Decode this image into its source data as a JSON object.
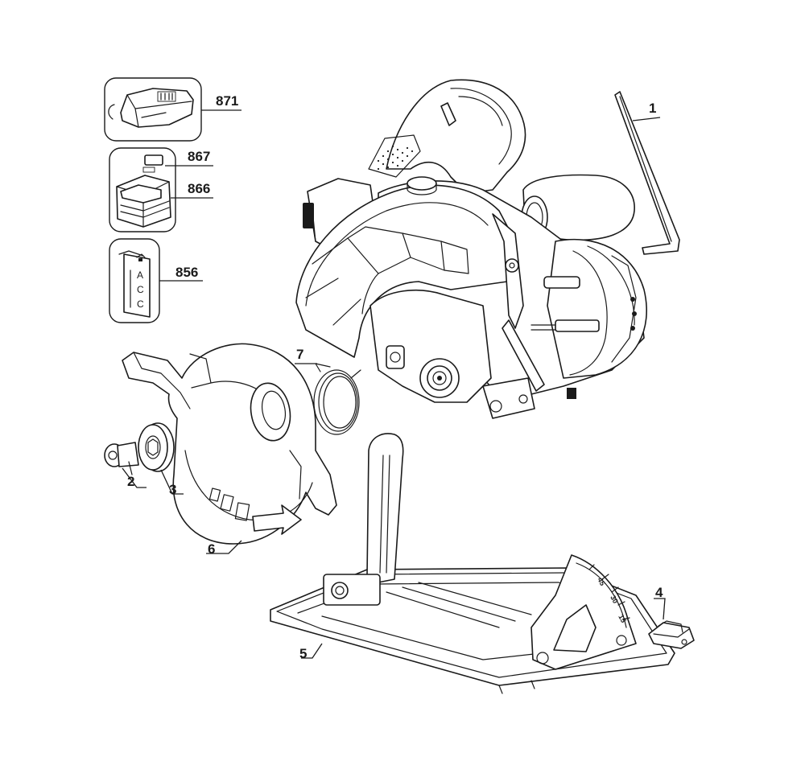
{
  "labels": {
    "p871": "871",
    "p867": "867",
    "p866": "866",
    "p856": "856",
    "p1": "1",
    "p2": "2",
    "p3": "3",
    "p4": "4",
    "p5": "5",
    "p6": "6",
    "p7": "7"
  },
  "kit_sheet": {
    "letters": [
      "A",
      "C",
      "C"
    ]
  },
  "bevel_scale": {
    "ticks": [
      "45",
      "30",
      "15"
    ]
  },
  "colors": {
    "ink": "#1a1a1a",
    "paper": "#ffffff"
  }
}
